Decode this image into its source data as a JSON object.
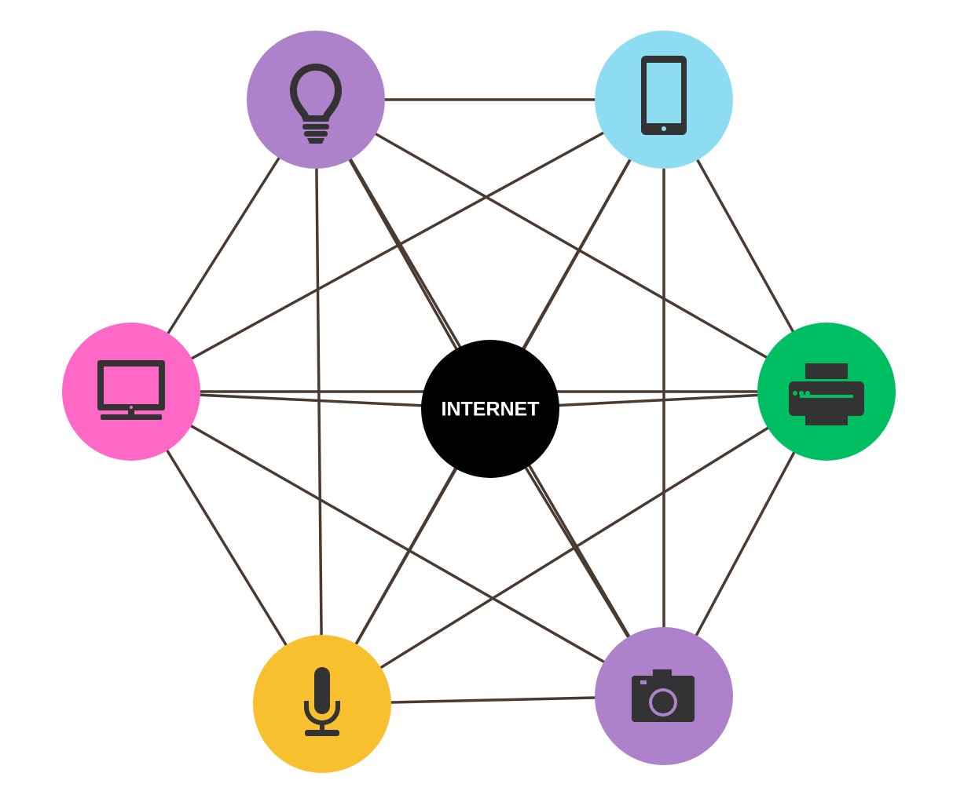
{
  "center": {
    "label": "INTERNET",
    "color": "#000000"
  },
  "nodes": [
    {
      "id": "bulb",
      "icon": "lightbulb-icon",
      "color": "#ae82cb"
    },
    {
      "id": "tablet",
      "icon": "tablet-icon",
      "color": "#8ddcf2"
    },
    {
      "id": "printer",
      "icon": "printer-icon",
      "color": "#00bf62"
    },
    {
      "id": "camera",
      "icon": "camera-icon",
      "color": "#ae82cb"
    },
    {
      "id": "mic",
      "icon": "microphone-icon",
      "color": "#f8c02e"
    },
    {
      "id": "monitor",
      "icon": "monitor-icon",
      "color": "#ff68c7"
    }
  ],
  "link_color": "#4a3a30"
}
